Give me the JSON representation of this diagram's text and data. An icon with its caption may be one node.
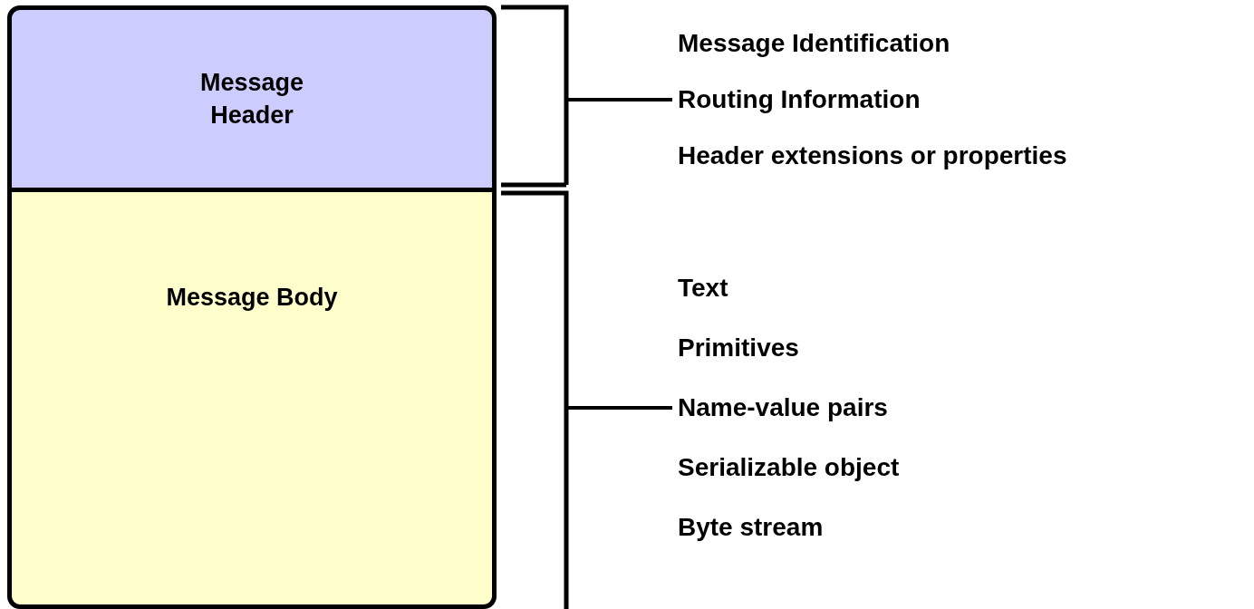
{
  "diagram": {
    "nodes": [
      {
        "text": [
          "Message Header"
        ]
      },
      {
        "text": [
          "Message Body"
        ]
      }
    ],
    "labels": [
      "Message Identification",
      "Routing Information",
      "Header extensions or properties",
      "Text",
      "Primitives",
      "Name-value pairs",
      "Serializable object",
      "Byte stream"
    ]
  }
}
